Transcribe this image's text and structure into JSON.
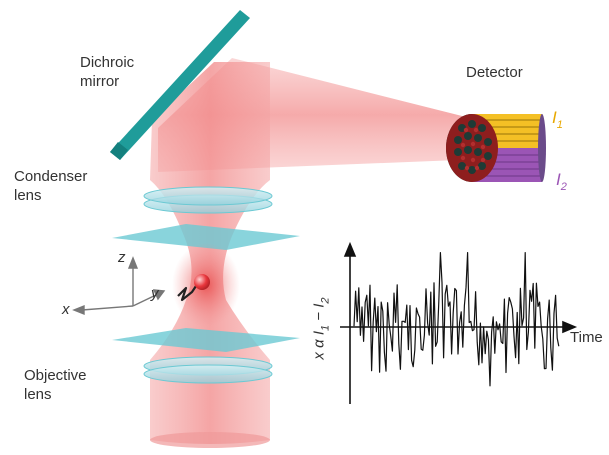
{
  "labels": {
    "dichroic_mirror_line1": "Dichroic",
    "dichroic_mirror_line2": "mirror",
    "detector": "Detector",
    "condenser_line1": "Condenser",
    "condenser_line2": "lens",
    "objective_line1": "Objective",
    "objective_line2": "lens",
    "time_axis": "Time"
  },
  "axes3d": {
    "x": "x",
    "y": "y",
    "z": "z"
  },
  "intensities": {
    "i1": {
      "symbol": "I",
      "sub": "1"
    },
    "i2": {
      "symbol": "I",
      "sub": "2"
    }
  },
  "trace_ylabel": {
    "x": "x",
    "alpha": "α",
    "i1": "I",
    "i1_sub": "1",
    "minus": "−",
    "i2": "I",
    "i2_sub": "2"
  },
  "colors": {
    "beam": "#f28e8e",
    "mirror": "#1f9c9a",
    "lens_glass": "#9fd8e2",
    "plate": "#6cc9d3",
    "bead": "#e8363c",
    "fiber_yellow": "#f4c025",
    "fiber_purple": "#9b55b5",
    "fiber_red": "#8e1e1e",
    "trace": "#111111"
  }
}
